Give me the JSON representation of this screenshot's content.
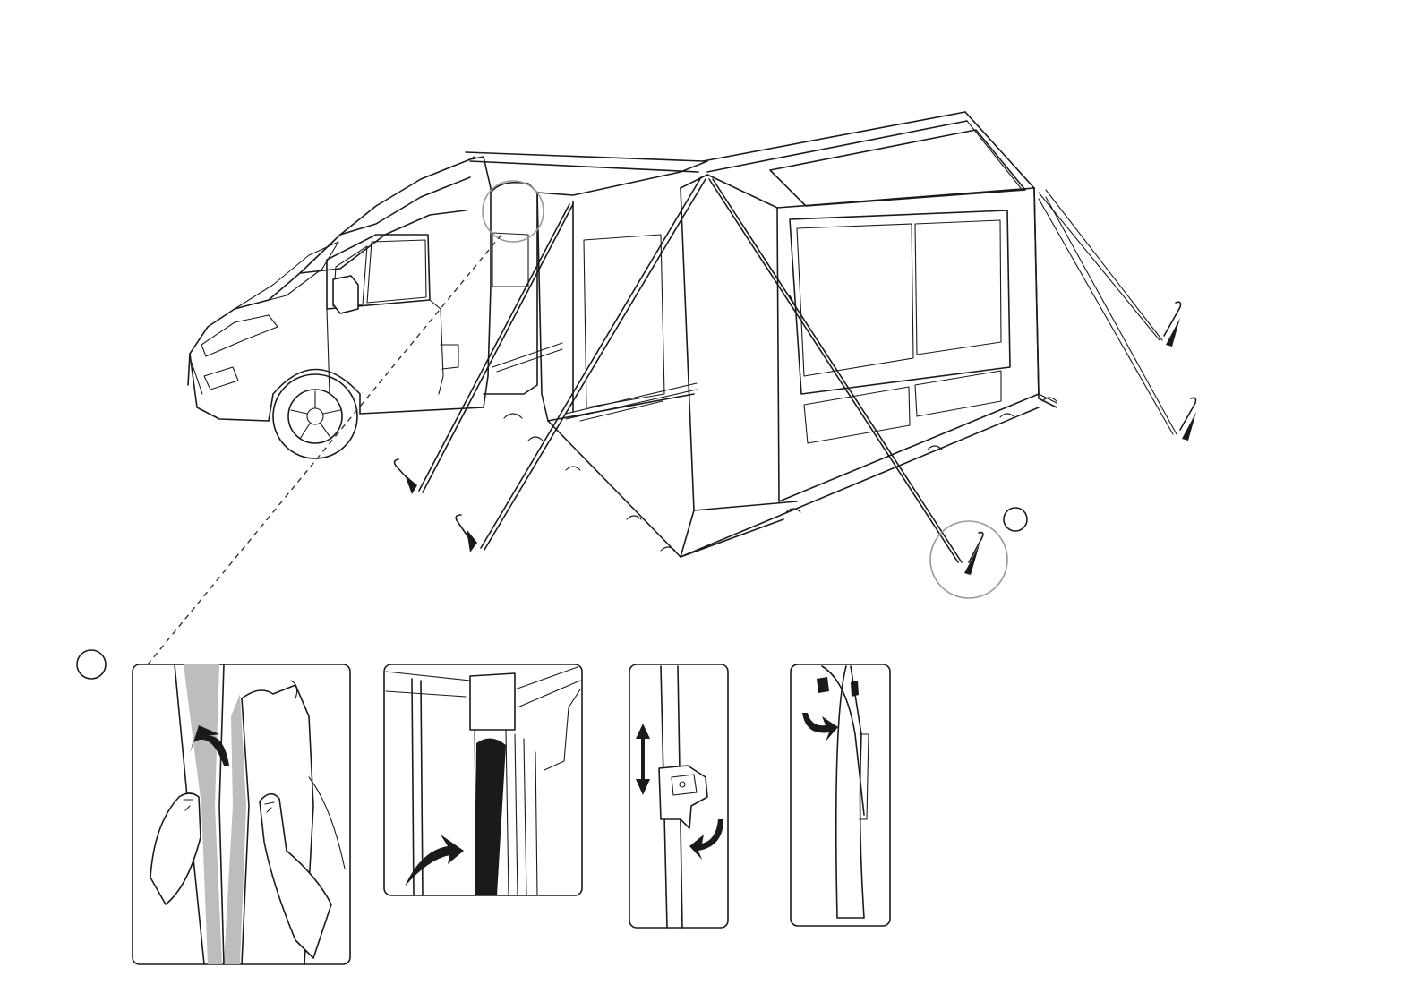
{
  "diagram": {
    "icons": {
      "vehicle": "motorhome-outline",
      "awning": "inflatable-drive-away-awning",
      "peg": "tent-peg-with-arrow",
      "callout": "magnifier-circle"
    },
    "colors": {
      "line": "#1a1a1a",
      "callout_ring": "#999999",
      "fill_dark": "#1a1a1a",
      "fabric_texture": "#bdbdbd",
      "background": "#ffffff"
    },
    "step_panels": [
      {
        "id": "velcro-zip",
        "icon": "hands-velcro-icon"
      },
      {
        "id": "strap-fastening",
        "icon": "strap-arrow-icon"
      },
      {
        "id": "pole-clamp",
        "icon": "pole-clamp-icon"
      },
      {
        "id": "velcro-pocket",
        "icon": "velcro-pocket-icon"
      }
    ]
  }
}
